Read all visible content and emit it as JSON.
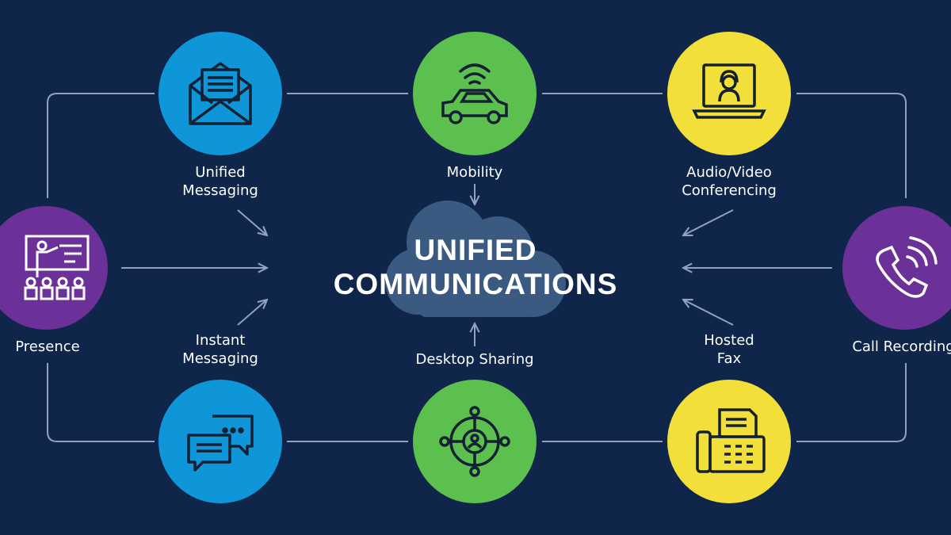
{
  "title": {
    "line1": "UNIFIED",
    "line2": "COMMUNICATIONS"
  },
  "colors": {
    "background": "#0f2549",
    "blue": "#0f96d8",
    "green": "#5cc04f",
    "yellow": "#f2df3a",
    "purple": "#6b3199",
    "cloud": "#3b5a82",
    "connector": "#8fa3c0"
  },
  "nodes": {
    "unified_messaging": {
      "label_1": "Unified",
      "label_2": "Messaging",
      "icon": "envelope-icon"
    },
    "mobility": {
      "label_1": "Mobility",
      "icon": "connected-car-icon"
    },
    "av_conferencing": {
      "label_1": "Audio/Video",
      "label_2": "Conferencing",
      "icon": "laptop-headset-icon"
    },
    "presence": {
      "label_1": "Presence",
      "icon": "presenter-icon"
    },
    "call_recording": {
      "label_1": "Call Recording",
      "icon": "phone-waves-icon"
    },
    "instant_messaging": {
      "label_1": "Instant",
      "label_2": "Messaging",
      "icon": "chat-bubbles-icon"
    },
    "desktop_sharing": {
      "label_1": "Desktop Sharing",
      "icon": "network-user-icon"
    },
    "hosted_fax": {
      "label_1": "Hosted",
      "label_2": "Fax",
      "icon": "fax-machine-icon"
    }
  }
}
